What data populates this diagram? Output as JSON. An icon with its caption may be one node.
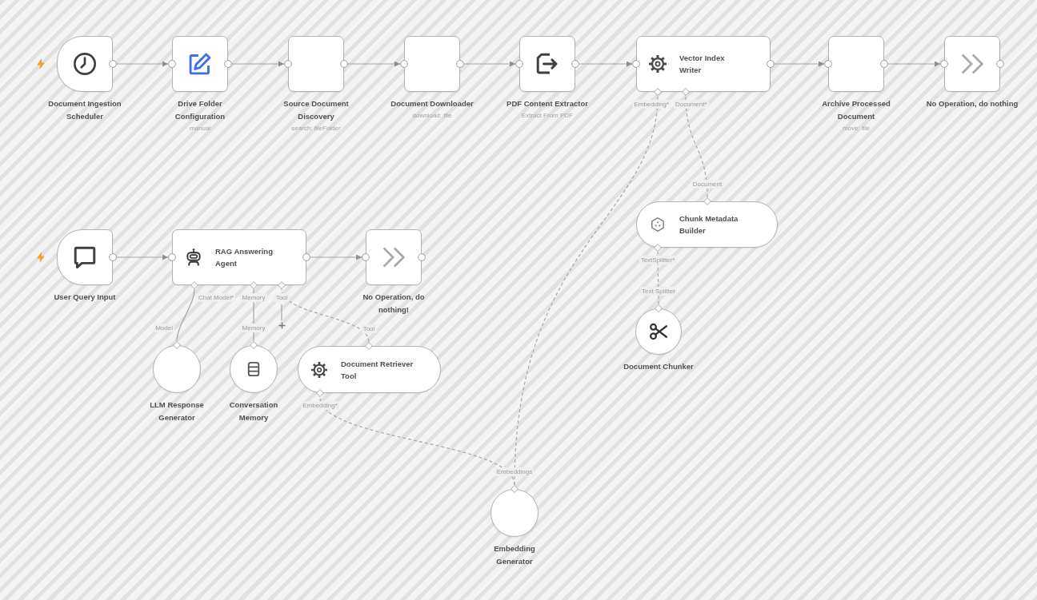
{
  "diagram": {
    "nodes": [
      {
        "text": [
          "Document Ingestion Scheduler"
        ]
      },
      {
        "text": [
          "Drive Folder Configuration",
          "manual"
        ]
      },
      {
        "text": [
          "Source Document Discovery",
          "search: fileFolder"
        ]
      },
      {
        "text": [
          "Document Downloader",
          "download: file"
        ]
      },
      {
        "text": [
          "PDF Content Extractor",
          "Extract From PDF"
        ]
      },
      {
        "text": [
          "Vector Index Writer"
        ],
        "beside": [
          "Embedding*",
          "Document*"
        ]
      },
      {
        "text": [
          "Archive Processed Document",
          "move: file"
        ]
      },
      {
        "text": [
          "No Operation, do nothing"
        ]
      },
      {
        "text": [
          "Chunk Metadata Builder"
        ],
        "beside": [
          "Document",
          "TextSplitter*"
        ]
      },
      {
        "text": [
          "Document Chunker"
        ],
        "beside": [
          "Text Splitter"
        ]
      },
      {
        "text": [
          "User Query Input"
        ]
      },
      {
        "text": [
          "RAG Answering Agent"
        ],
        "beside": [
          "Chat Model*",
          "Memory",
          "Tool"
        ]
      },
      {
        "text": [
          "No Operation, do nothing!"
        ]
      },
      {
        "text": [
          "LLM Response Generator"
        ],
        "beside": [
          "Model"
        ]
      },
      {
        "text": [
          "Conversation Memory"
        ],
        "beside": [
          "Memory"
        ]
      },
      {
        "text": [
          "Document Retriever Tool"
        ],
        "beside": [
          "Tool",
          "Embedding*"
        ]
      },
      {
        "text": [
          "Embedding Generator"
        ],
        "beside": [
          "Embeddings"
        ]
      }
    ],
    "edges": [
      {
        "from": 0,
        "to": 1,
        "arrow": "to"
      },
      {
        "from": 1,
        "to": 2,
        "arrow": "to"
      },
      {
        "from": 2,
        "to": 3,
        "arrow": "to"
      },
      {
        "from": 3,
        "to": 4,
        "arrow": "to"
      },
      {
        "from": 4,
        "to": 5,
        "arrow": "to"
      },
      {
        "from": 5,
        "to": 6,
        "arrow": "to"
      },
      {
        "from": 6,
        "to": 7,
        "arrow": "to"
      },
      {
        "from": 8,
        "to": 5,
        "arrow": "none",
        "style": "dashed"
      },
      {
        "from": 9,
        "to": 8,
        "arrow": "none",
        "style": "dashed"
      },
      {
        "from": 16,
        "to": 5,
        "arrow": "none",
        "style": "dashed"
      },
      {
        "from": 10,
        "to": 11,
        "arrow": "to"
      },
      {
        "from": 11,
        "to": 12,
        "arrow": "to"
      },
      {
        "from": 13,
        "to": 11,
        "arrow": "none"
      },
      {
        "from": 14,
        "to": 11,
        "arrow": "none"
      },
      {
        "from": 15,
        "to": 11,
        "arrow": "none",
        "style": "dashed"
      },
      {
        "from": 16,
        "to": 15,
        "arrow": "none",
        "style": "dashed"
      }
    ]
  }
}
